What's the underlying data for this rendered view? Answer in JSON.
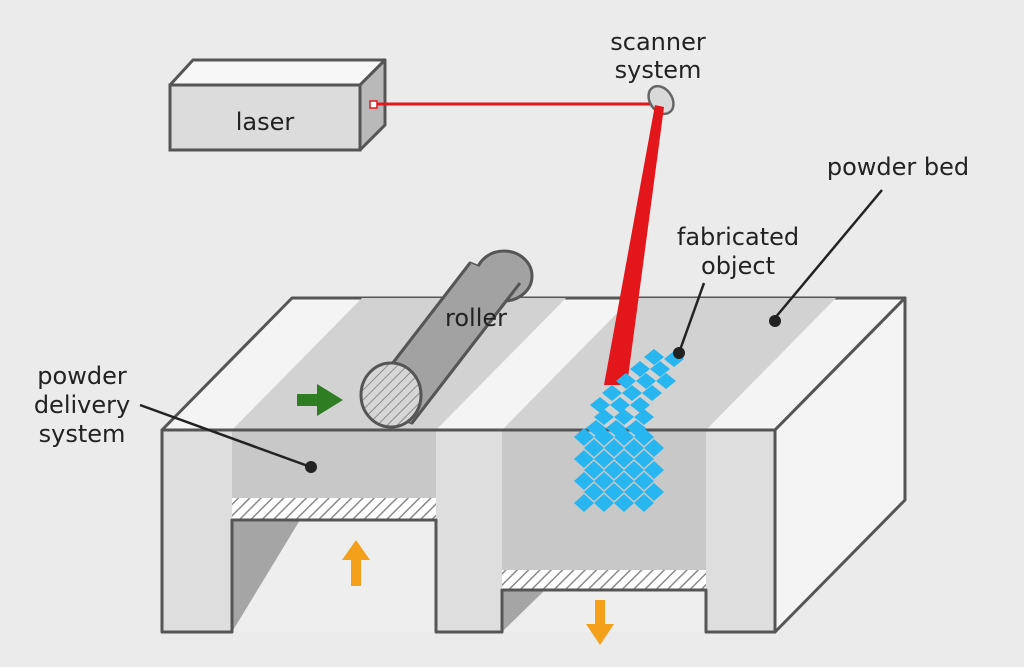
{
  "labels": {
    "laser": "laser",
    "scanner_line1": "scanner",
    "scanner_line2": "system",
    "powder_bed": "powder bed",
    "fabricated_line1": "fabricated",
    "fabricated_line2": "object",
    "roller": "roller",
    "delivery_line1": "powder",
    "delivery_line2": "delivery",
    "delivery_line3": "system"
  },
  "colors": {
    "laser_beam": "#e3161b",
    "object_cells": "#27b6ef",
    "push_arrow": "#2e7d23",
    "piston_arrows": "#f5a01a",
    "outline": "#555555"
  },
  "icons": {
    "push_arrow": "arrow-right-icon",
    "delivery_piston_arrow": "arrow-up-icon",
    "build_piston_arrow": "arrow-down-icon"
  }
}
